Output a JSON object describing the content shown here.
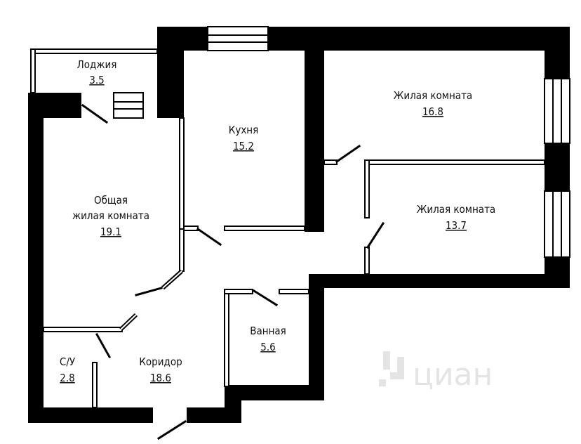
{
  "rooms": [
    {
      "id": "loggia",
      "name": "Лоджия",
      "area": "3.5"
    },
    {
      "id": "kitchen",
      "name": "Кухня",
      "area": "15.2"
    },
    {
      "id": "bedroom1",
      "name": "Жилая комната",
      "area": "16.8"
    },
    {
      "id": "living",
      "name": "Общая",
      "name2": "жилая комната",
      "area": "19.1"
    },
    {
      "id": "bedroom2",
      "name": "Жилая комната",
      "area": "13.7"
    },
    {
      "id": "bathroom",
      "name": "Ванная",
      "area": "5.6"
    },
    {
      "id": "wc",
      "name": "С/У",
      "area": "2.8"
    },
    {
      "id": "corridor",
      "name": "Коридор",
      "area": "18.6"
    }
  ],
  "watermark": {
    "text": "циан",
    "icon": "cian-logo-icon"
  }
}
